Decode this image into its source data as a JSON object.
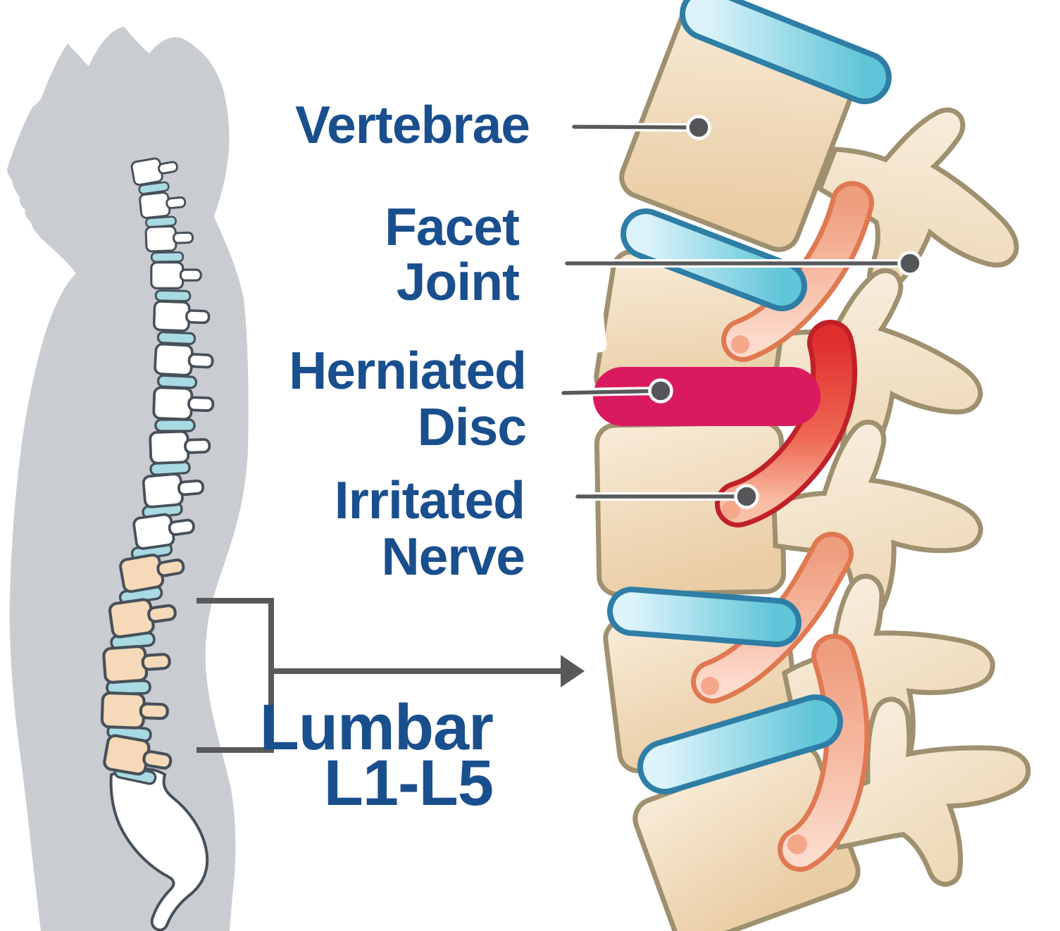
{
  "figure": {
    "type": "medical-illustration",
    "subject": "Lumbar spine side view with herniated disc and irritated nerve"
  },
  "colors": {
    "label_text": "#1a4f8e",
    "leader_gray": "#58595b",
    "silhouette_gray": "#c9cdd2",
    "bone_outline": "#9f906f",
    "disc_teal_outline": "#2e7ea6",
    "herniated_outline": "#da1a5f",
    "nerve_orange_outline": "#df7951",
    "irritated_red_outline": "#c02128"
  },
  "labels": {
    "vertebrae": {
      "text": "Vertebrae"
    },
    "facet_joint": {
      "line1": "Facet",
      "line2": "Joint"
    },
    "herniated_disc": {
      "line1": "Herniated",
      "line2": "Disc"
    },
    "irritated_nerve": {
      "line1": "Irritated",
      "line2": "Nerve"
    },
    "lumbar": {
      "line1": "Lumbar",
      "line2": "L1-L5"
    }
  }
}
